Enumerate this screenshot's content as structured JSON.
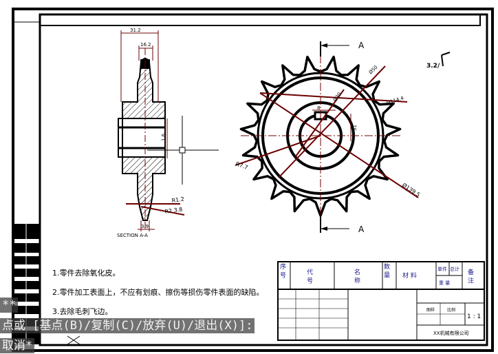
{
  "drawing": {
    "dimensions": {
      "width_31_2": "31.2",
      "width_16_2": "16.2",
      "dim_1_6": "1.6",
      "r1_2": "R1.2",
      "r2_3_8": "R2 3.8",
      "d3_9": "3.9",
      "phi50": "Ø50",
      "phi30": "Ø30",
      "phi114_4": "Ø114.4",
      "dim_31": "31",
      "r7_7": "R7.7",
      "phi139_5": "Ø139.5",
      "dim_8": "8"
    },
    "section_label": "SECTION A-A",
    "cut_label_top": "A",
    "cut_label_bottom": "A",
    "roughness_mark": "3.2/"
  },
  "notes": [
    "1.零件去除氧化皮。",
    "2.零件加工表面上，不应有划痕、擦伤等损伤零件表面的缺陷。",
    "3.去除毛刺飞边。"
  ],
  "title_block": {
    "col_seq": "序\n号",
    "col_code": "代\n号",
    "col_name": "名\n称",
    "col_qty": "数\n量",
    "col_material": "材        料",
    "col_unit": "单件",
    "col_total": "总计",
    "col_weight": "重      量",
    "col_remark": "备\n注",
    "scale": "1 : 1",
    "small_1": "图样",
    "small_2": "比例",
    "company": "XX机械有限公司"
  },
  "command_line": {
    "line1": "**",
    "line2": "点或 [基点(B)/复制(C)/放弃(U)/退出(X)]:",
    "line3": "取消*"
  },
  "colors": {
    "line": "#000000",
    "dim": "#6b0000",
    "cmd_bg": "#3c3c3c"
  }
}
